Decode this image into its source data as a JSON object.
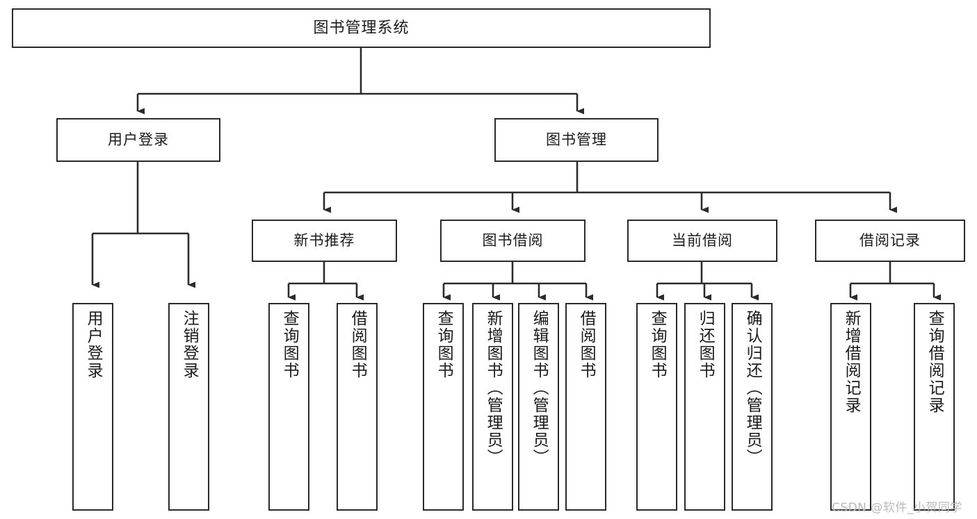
{
  "diagram": {
    "title": "图书管理系统",
    "watermark": "CSDN @软件_小贺同学",
    "stroke_color": "#2b2b2b",
    "fill_color": "#ffffff",
    "watermark_color": "#b9b9b9",
    "nodes": {
      "root": {
        "label": "图书管理系统"
      },
      "level1": [
        {
          "label": "用户登录"
        },
        {
          "label": "图书管理"
        }
      ],
      "level2": [
        {
          "label": "新书推荐"
        },
        {
          "label": "图书借阅"
        },
        {
          "label": "当前借阅"
        },
        {
          "label": "借阅记录"
        }
      ],
      "leaves": {
        "user_login": [
          {
            "label": "用户登录"
          },
          {
            "label": "注销登录"
          }
        ],
        "new_book_recommend": [
          {
            "label": "查询图书"
          },
          {
            "label": "借阅图书"
          }
        ],
        "book_borrow": [
          {
            "label": "查询图书"
          },
          {
            "label": "新增图书（管理员）"
          },
          {
            "label": "编辑图书（管理员）"
          },
          {
            "label": "借阅图书"
          }
        ],
        "current_borrow": [
          {
            "label": "查询图书"
          },
          {
            "label": "归还图书"
          },
          {
            "label": "确认归还（管理员）"
          }
        ],
        "borrow_record": [
          {
            "label": "新增借阅记录"
          },
          {
            "label": "查询借阅记录"
          }
        ]
      }
    }
  }
}
